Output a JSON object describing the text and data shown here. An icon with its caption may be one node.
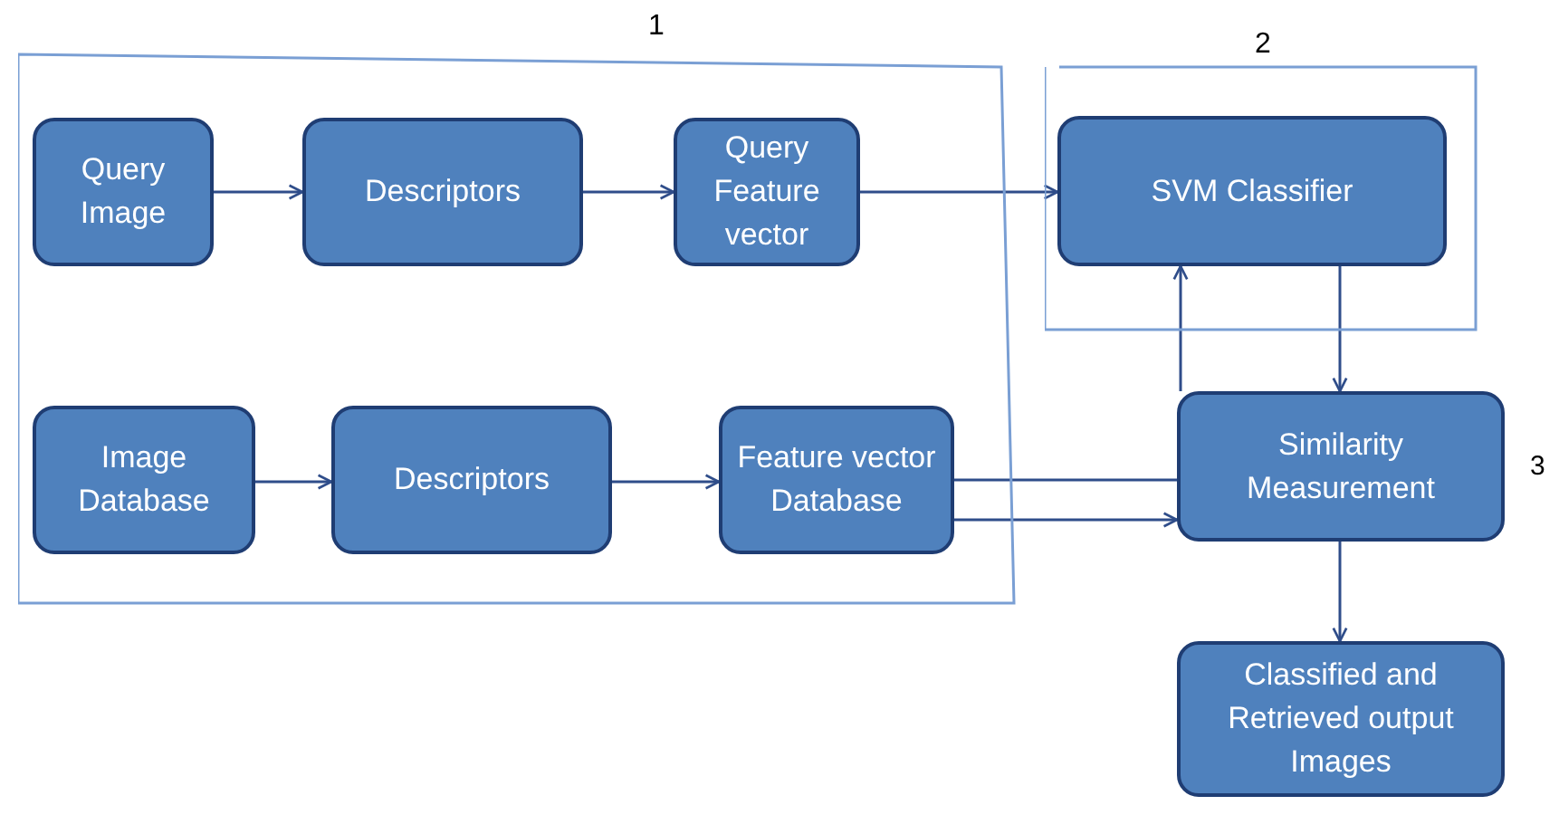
{
  "diagram": {
    "nodes": [
      {
        "text": [
          "1"
        ]
      },
      {
        "text": [
          "Query Image"
        ],
        "in": 0
      },
      {
        "text": [
          "Descriptors"
        ],
        "in": 0
      },
      {
        "text": [
          "Query Feature vector"
        ],
        "in": 0
      },
      {
        "text": [
          "Image Database"
        ],
        "in": 0
      },
      {
        "text": [
          "Descriptors"
        ],
        "in": 0
      },
      {
        "text": [
          "Feature vector Database"
        ],
        "in": 0
      },
      {
        "text": [
          "2"
        ]
      },
      {
        "text": [
          "SVM Classifier"
        ],
        "in": 7
      },
      {
        "text": [
          "Similarity Measurement"
        ],
        "beside": [
          "3"
        ]
      },
      {
        "text": [
          "Classified and Retrieved output Images"
        ]
      }
    ],
    "edges": [
      {
        "from": 1,
        "to": 2,
        "arrow": "to"
      },
      {
        "from": 2,
        "to": 3,
        "arrow": "to"
      },
      {
        "from": 3,
        "to": 8,
        "arrow": "to"
      },
      {
        "from": 4,
        "to": 5,
        "arrow": "to"
      },
      {
        "from": 5,
        "to": 6,
        "arrow": "to"
      },
      {
        "from": 6,
        "to": 9,
        "arrow": "none"
      },
      {
        "from": 6,
        "to": 9,
        "arrow": "to"
      },
      {
        "from": 9,
        "to": 8,
        "arrow": "to"
      },
      {
        "from": 8,
        "to": 9,
        "arrow": "to"
      },
      {
        "from": 9,
        "to": 10,
        "arrow": "to"
      }
    ]
  }
}
